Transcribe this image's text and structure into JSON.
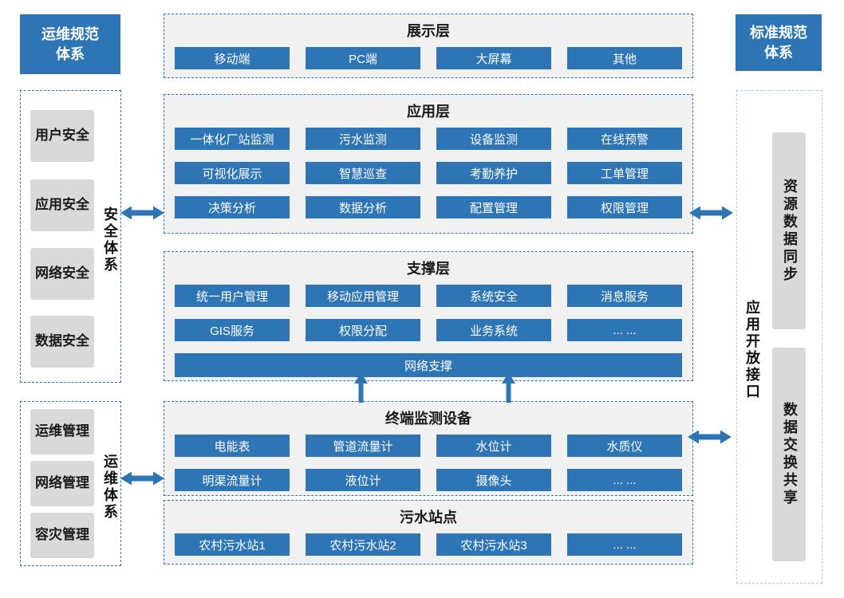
{
  "left_panel": {
    "header": "运维规范\n体系",
    "security_group": {
      "label": "安全体系",
      "items": [
        "用户安全",
        "应用安全",
        "网络安全",
        "数据安全"
      ]
    },
    "ops_group": {
      "label": "运维体系",
      "items": [
        "运维管理",
        "网络管理",
        "容灾管理"
      ]
    }
  },
  "right_panel": {
    "header": "标准规范\n体系",
    "label": "应用开放接口",
    "items": [
      "资源数据同步",
      "数据交换共享"
    ]
  },
  "layers": {
    "display": {
      "title": "展示层",
      "items": [
        "移动端",
        "PC端",
        "大屏幕",
        "其他"
      ]
    },
    "application": {
      "title": "应用层",
      "items": [
        "一体化厂站监测",
        "污水监测",
        "设备监测",
        "在线预警",
        "可视化展示",
        "智慧巡查",
        "考勤养护",
        "工单管理",
        "决策分析",
        "数据分析",
        "配置管理",
        "权限管理"
      ]
    },
    "support": {
      "title": "支撑层",
      "items": [
        "统一用户管理",
        "移动应用管理",
        "系统安全",
        "消息服务",
        "GIS服务",
        "权限分配",
        "业务系统",
        "... ..."
      ],
      "wide_item": "网络支撑"
    },
    "terminal": {
      "title": "终端监测设备",
      "items": [
        "电能表",
        "管道流量计",
        "水位计",
        "水质仪",
        "明渠流量计",
        "液位计",
        "摄像头",
        "... ..."
      ]
    },
    "stations": {
      "title": "污水站点",
      "items": [
        "农村污水站1",
        "农村污水站2",
        "农村污水站3",
        "... ..."
      ]
    }
  },
  "colors": {
    "primary_blue": "#2e75b6",
    "box_gray": "#d9d9d9",
    "section_bg": "#f1f1f1",
    "dashed_border": "#2e75b6",
    "light_dashed_border": "#a9cdea"
  }
}
